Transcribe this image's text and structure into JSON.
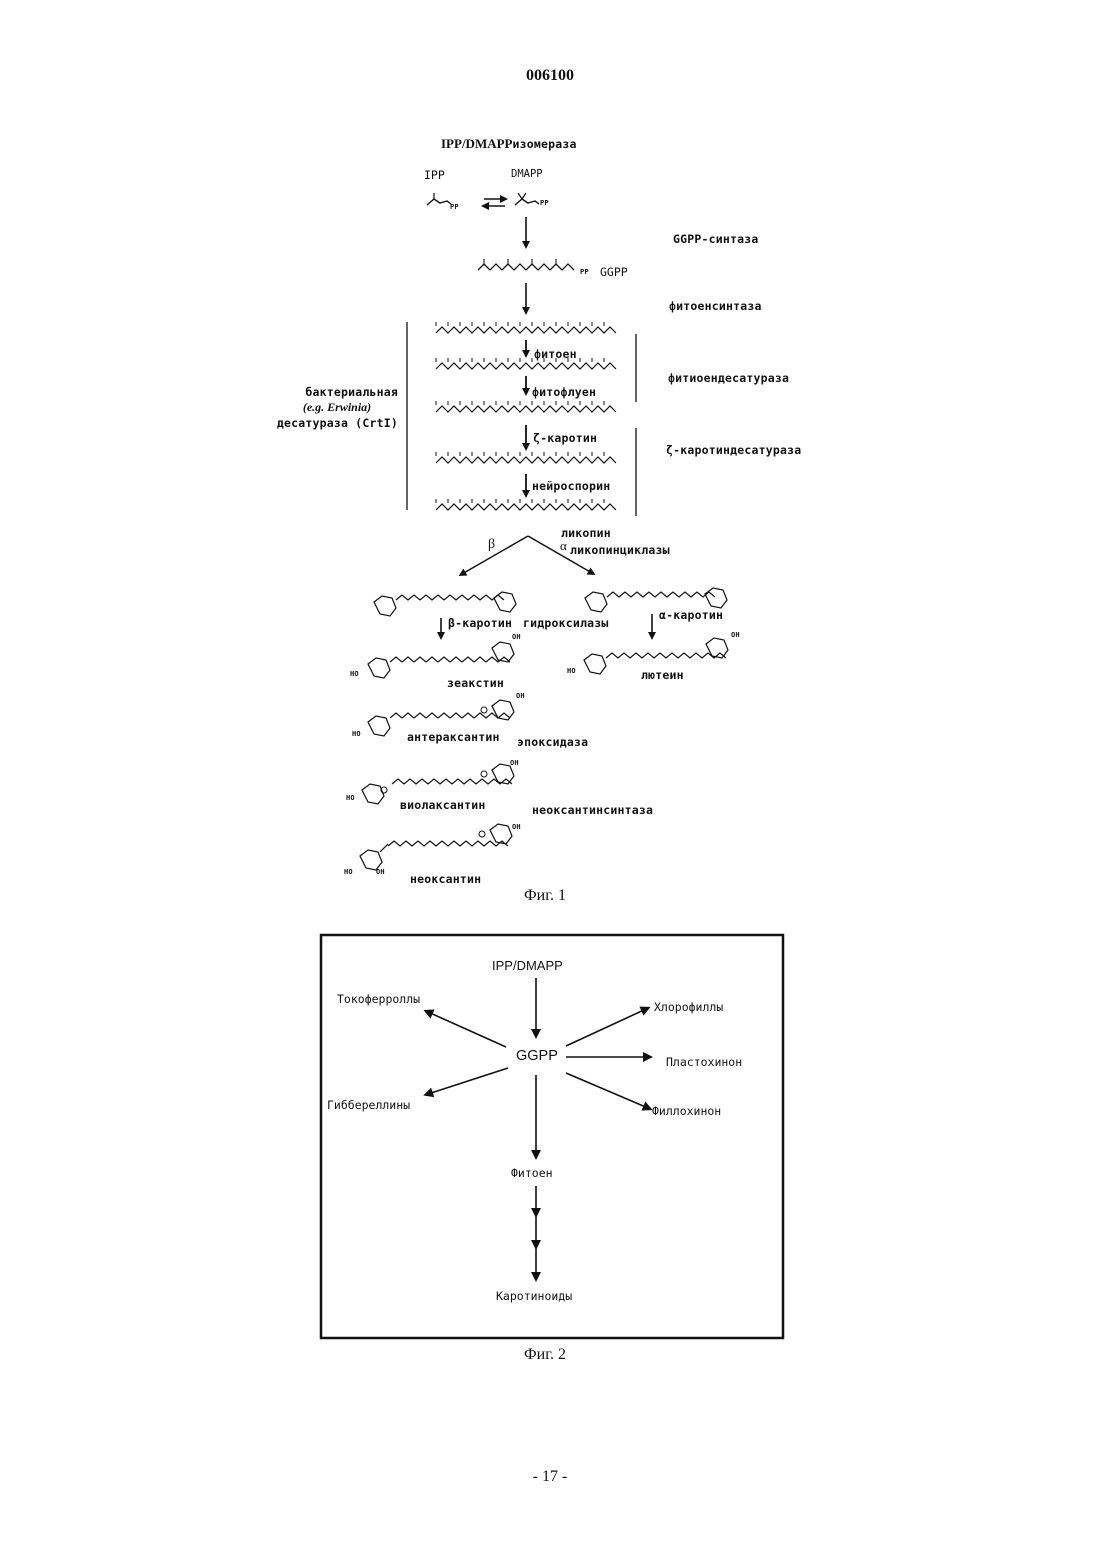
{
  "header": {
    "doc_number": "006100"
  },
  "fig1": {
    "title_bold": "IPP/DMAPP",
    "title_rest": "изомераза",
    "ipp": "IPP",
    "dmapp": "DMAPP",
    "pp1": "PP",
    "pp2": "PP",
    "pp3": "PP",
    "ggpp_synthase": "GGPP-синтаза",
    "ggpp": "GGPP",
    "phytoene_synthase": "фитоенсинтаза",
    "phytoene": "фитоен",
    "phytofluene": "фитофлуен",
    "zeta_carotene": "ζ-каротин",
    "neurosporene": "нейроспорин",
    "lycopene": "ликопин",
    "phytoene_desaturase": "фитиоендесатураза",
    "zeta_desaturase": "ζ-каротиндесатураза",
    "bacterial_l1": "бактериальная",
    "bacterial_l2": "(e.g. Erwinia)",
    "bacterial_l3": "десатураза (CrtI)",
    "beta": "β",
    "alpha": "α",
    "lycopene_cyclases": "ликопинциклазы",
    "beta_carotene": "β-каротин",
    "hydroxylases": "гидроксилазы",
    "alpha_carotene": "α-каротин",
    "zeaxanthin": "зеакстин",
    "lutein": "лютеин",
    "antheraxanthin": "антераксантин",
    "epoxidase": "эпоксидаза",
    "violaxanthin": "виолаксантин",
    "neoxanthin_synthase": "неоксантинсинтаза",
    "neoxanthin": "неоксантин",
    "oh": "OH",
    "ho": "HO",
    "caption": "Фиг. 1"
  },
  "fig2": {
    "top": "IPP/DMAPP",
    "center": "GGPP",
    "tocopherols": "Токоферроллы",
    "gibberellins": "Гиббереллины",
    "chlorophylls": "Хлорофиллы",
    "plastoquinone": "Пластохинон",
    "phylloquinone": "Филлохинон",
    "phytoene": "Фитоен",
    "carotenoids": "Каротиноиды",
    "caption": "Фиг. 2"
  },
  "footer": {
    "page": "- 17 -"
  }
}
